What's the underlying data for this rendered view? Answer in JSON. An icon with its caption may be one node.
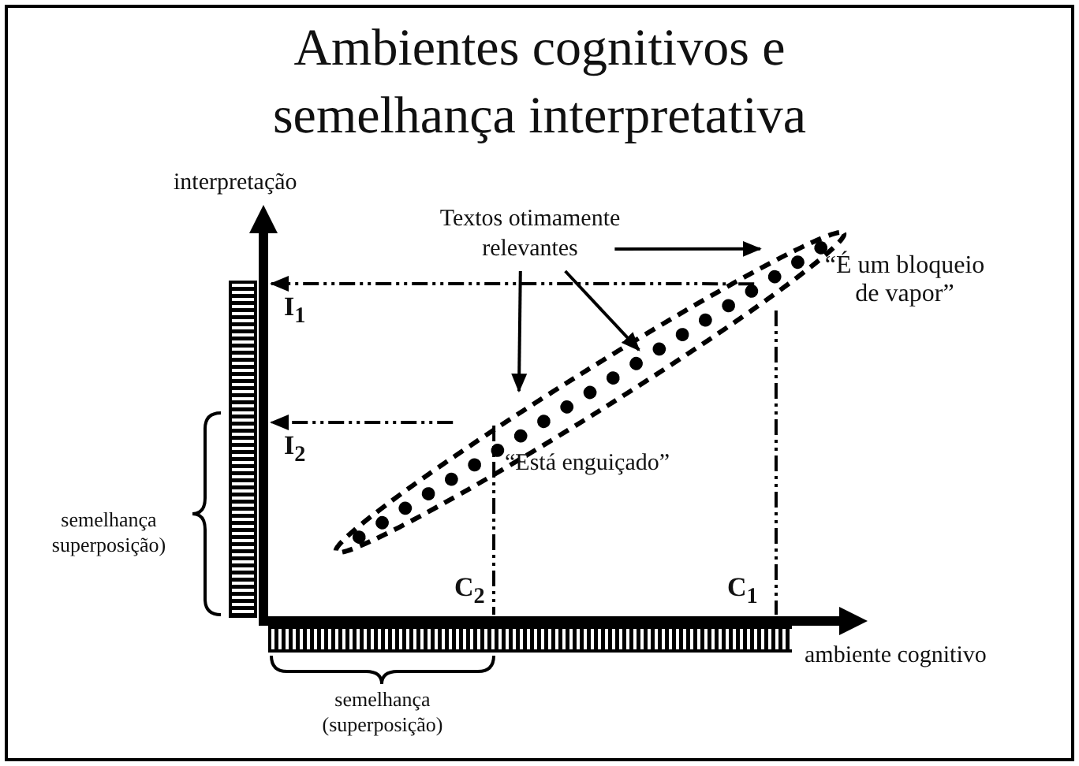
{
  "diagram": {
    "title": "Ambientes cognitivos e semelhança interpretativa",
    "nodes": [
      {
        "text": [
          "Textos otimamente relevantes"
        ]
      },
      {
        "text": [],
        "shape": "band"
      },
      {
        "text": [
          "I$_{1}$"
        ]
      },
      {
        "text": [
          "I$_{2}$"
        ]
      }
    ],
    "edges": [
      {
        "from": 0,
        "to": 1,
        "arrow": "to"
      },
      {
        "from": 0,
        "to": 1,
        "arrow": "to"
      },
      {
        "from": 0,
        "to": 1,
        "arrow": "to"
      },
      {
        "from": 1,
        "to": 2,
        "arrow": "to",
        "style": "dashed"
      },
      {
        "from": 1,
        "to": 3,
        "arrow": "to",
        "style": "dashed"
      },
      {
        "from": 1,
        "to": null,
        "arrow": "none",
        "style": "dashed"
      },
      {
        "from": 1,
        "to": null,
        "arrow": "none",
        "style": "dashed"
      }
    ],
    "labels": [
      "interpretação",
      "“É um bloqueio de vapor”",
      "“Está enguiçado”",
      "semelhança superposição)",
      "C$_{2}$",
      "C$_{1}$",
      "ambiente cognitivo",
      "semelhança (superposição)"
    ]
  }
}
